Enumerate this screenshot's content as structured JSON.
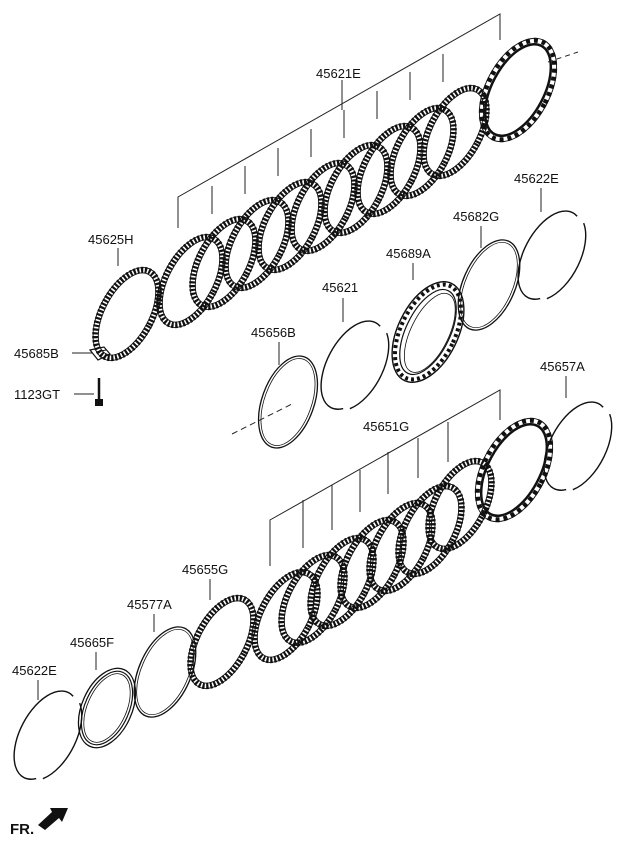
{
  "labels": {
    "p45621E": "45621E",
    "p45622E_top": "45622E",
    "p45682G": "45682G",
    "p45625H": "45625H",
    "p45689A": "45689A",
    "p45621": "45621",
    "p45656B": "45656B",
    "p45685B": "45685B",
    "p1123GT": "1123GT",
    "p45657A": "45657A",
    "p45651G": "45651G",
    "p45655G": "45655G",
    "p45577A": "45577A",
    "p45665F": "45665F",
    "p45622E_bottom": "45622E"
  },
  "front_indicator": "FR."
}
